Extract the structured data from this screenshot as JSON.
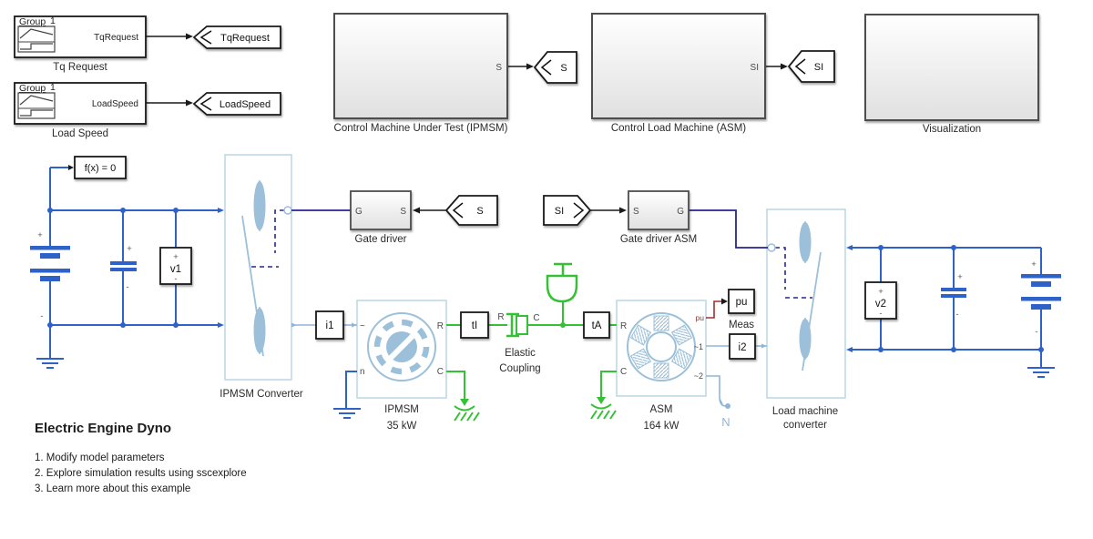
{
  "colors": {
    "electrical": "#2e62c9",
    "light-electrical": "#8fb6da",
    "mechanical": "#35c135",
    "signal-navy": "#26268f",
    "measurement": "#97352f",
    "converter-border": "#b9d7e4",
    "machine-icon": "#9cc0da"
  },
  "diagram": {
    "sources": {
      "tq": {
        "group": "Group",
        "num": "1",
        "signal": "TqRequest",
        "label": "Tq Request",
        "tag": "TqRequest"
      },
      "load": {
        "group": "Group",
        "num": "1",
        "signal": "LoadSpeed",
        "label": "Load Speed",
        "tag": "LoadSpeed"
      }
    },
    "control_mut": {
      "label": "Control Machine Under Test (IPMSM)",
      "port": "S",
      "tag": "S"
    },
    "control_load": {
      "label": "Control Load Machine (ASM)",
      "port": "SI",
      "tag": "SI"
    },
    "visualization": {
      "label": "Visualization"
    },
    "solver": {
      "label": "f(x) = 0"
    },
    "ipmsm_converter": {
      "label": "IPMSM Converter"
    },
    "load_converter": {
      "label1": "Load machine",
      "label2": "converter"
    },
    "gate_driver": {
      "label": "Gate driver",
      "port_g": "G",
      "port_s": "S",
      "from_tag": "S"
    },
    "gate_driver_asm": {
      "label": "Gate driver ASM",
      "port_s": "S",
      "port_g": "G",
      "from_tag": "SI"
    },
    "ipmsm": {
      "name": "IPMSM",
      "power": "35 kW",
      "port_e": "~",
      "port_n": "n",
      "port_r": "R",
      "port_c": "C"
    },
    "asm": {
      "name": "ASM",
      "power": "164 kW",
      "port_r": "R",
      "port_c": "C",
      "port_pu": "pu",
      "port_e1": "~1",
      "port_e2": "~2"
    },
    "coupling": {
      "label1": "Elastic",
      "label2": "Coupling",
      "port_r": "R",
      "port_c": "C"
    },
    "sensors": {
      "v1": "v1",
      "v2": "v2",
      "i1": "i1",
      "i2": "i2",
      "t_ipmsm": "tI",
      "t_asm": "tA",
      "pu_tag": "pu",
      "meas": "Meas"
    },
    "neutral": {
      "label": "N"
    },
    "marks": {
      "plus": "+",
      "minus": "-"
    }
  },
  "notes": {
    "title": "Electric Engine Dyno",
    "items": [
      "1. Modify model parameters",
      "2. Explore simulation results using sscexplore",
      "3. Learn more about this example"
    ]
  }
}
